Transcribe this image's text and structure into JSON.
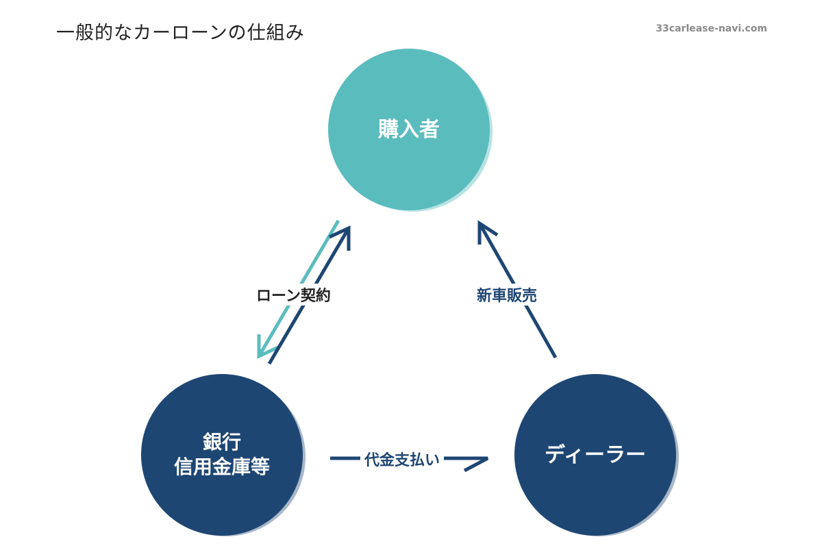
{
  "header": {
    "title": "一般的なカーローンの仕組み",
    "site": "33carlease-navi.com"
  },
  "nodes": {
    "buyer": {
      "label": "購入者"
    },
    "bank": {
      "label": "銀行\n信用金庫等"
    },
    "dealer": {
      "label": "ディーラー"
    }
  },
  "edges": {
    "loan": {
      "label": "ローン契約"
    },
    "sale": {
      "label": "新車販売"
    },
    "payment": {
      "label": "代金支払い"
    }
  },
  "colors": {
    "teal": "#5bbcbe",
    "teal_shadow": "#b7e3e3",
    "navy": "#1e4673",
    "navy_shadow": "#a9b7c8",
    "dark_text": "#222222",
    "site_text": "#8a8a8a"
  }
}
